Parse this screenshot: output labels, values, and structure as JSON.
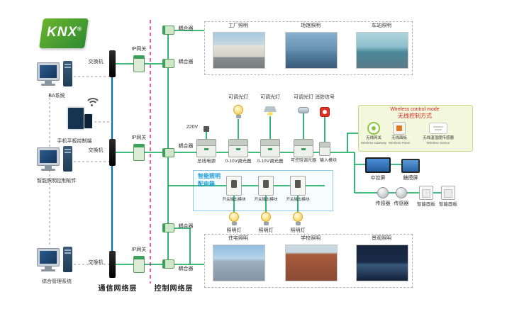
{
  "logo": {
    "text": "KNX",
    "registered": "®"
  },
  "layer_labels": {
    "communication": "通信网络层",
    "control": "控制网络层"
  },
  "terminals": {
    "ba": "BA系统",
    "mobile": "手机平板控制端",
    "software": "智能照明控制软件",
    "management": "综合管理系统"
  },
  "network": {
    "switch": "交换机",
    "ip_gateway": "IP网关",
    "coupler": "耦合器",
    "power_in": "220V"
  },
  "modules": {
    "bus_power": "总线电源",
    "dimmer1": "0-10V调光器",
    "dimmer2": "0-10V调光器",
    "scr_dimmer": "可控硅调光器",
    "input": "输入模块"
  },
  "loads": {
    "dimmable": "可调光灯",
    "fire": "消防信号",
    "lamp": "照明灯"
  },
  "dist_box": {
    "line1": "智能照明",
    "line2": "配电箱",
    "breaker": "开关输出模块"
  },
  "wireless": {
    "title_en": "Wireless control mode",
    "title_zh": "无线控制方式",
    "gateway_zh": "无线网关",
    "gateway_en": "Wireless Gateway",
    "panel_zh": "无线面板",
    "panel_en": "Wireless Panel",
    "sensor_zh": "无线温湿度传感器",
    "sensor_en": "Wireless Sensor"
  },
  "controls": {
    "central_screen": "中控屏",
    "touch_screen": "触摸屏",
    "sensor": "传感器",
    "smart_panel": "智能面板"
  },
  "scenes": {
    "factory": "工厂照明",
    "venue": "场馆照明",
    "station": "车站照明",
    "residential": "住宅照明",
    "school": "学校照明",
    "landscape": "景观照明"
  },
  "colors": {
    "bus_green": "#00A651",
    "lan_blue": "#0072BC",
    "layer_divider": "#E5007E"
  }
}
